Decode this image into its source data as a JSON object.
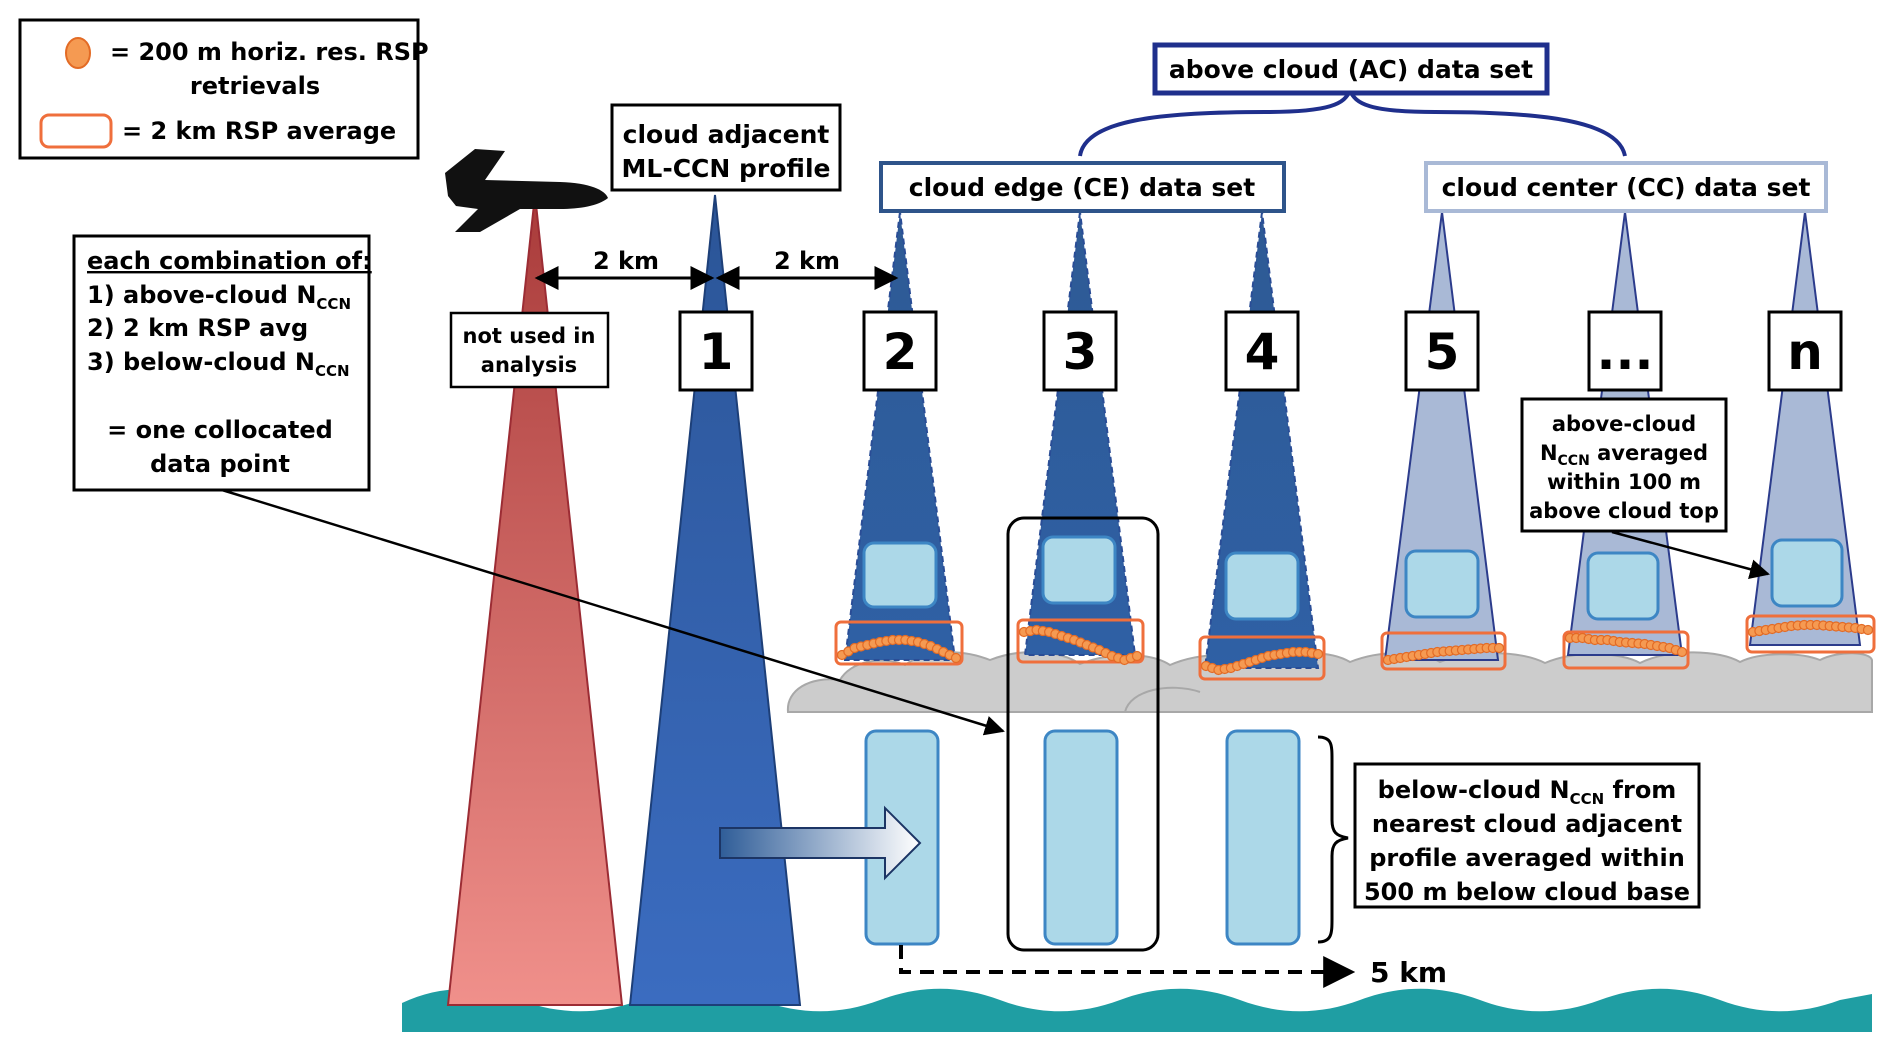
{
  "legend": {
    "dot_text": "= 200 m horiz. res. RSP",
    "dot_text_2": "retrievals",
    "box_text": "= 2 km RSP average"
  },
  "labels": {
    "above_cloud_set": "above cloud (AC) data set",
    "cloud_edge_set": "cloud edge (CE) data set",
    "cloud_center_set": "cloud center (CC) data set",
    "adjacent_profile_1": "cloud adjacent",
    "adjacent_profile_2": "ML-CCN profile",
    "not_used_1": "not used in",
    "not_used_2": "analysis",
    "dist_a": "2 km",
    "dist_b": "2 km",
    "dist_c": "5 km"
  },
  "combination_box": {
    "title": "each combination of:",
    "line1_prefix": "1) above-cloud N",
    "line1_sub": "CCN",
    "line2": "2) 2 km RSP avg",
    "line3_prefix": "3) below-cloud N",
    "line3_sub": "CCN",
    "result_1": "= one collocated",
    "result_2": "data point"
  },
  "above_cloud_note": {
    "l1": "above-cloud",
    "l2_prefix": "N",
    "l2_sub": "CCN",
    "l2_suffix": " averaged",
    "l3": "within 100 m",
    "l4": "above cloud top"
  },
  "below_cloud_note": {
    "l1_prefix": "below-cloud N",
    "l1_sub": "CCN",
    "l1_suffix": " from",
    "l2": "nearest cloud adjacent",
    "l3": "profile averaged within",
    "l4": "500 m below cloud base"
  },
  "beam_numbers": [
    "1",
    "2",
    "3",
    "4",
    "5",
    "...",
    "n"
  ],
  "icons": {
    "aircraft": "airplane-icon",
    "sea": "wave-icon"
  },
  "colors": {
    "red_beam": "#c0504d",
    "adjacent_beam": "#2e5fa8",
    "edge_beam": "#2f5f9e",
    "center_beam": "#a9b9d6",
    "retrieval_dot": "#f59a52",
    "rsp_box": "#ef6f3c",
    "ccn_box": "#acd8e8",
    "cloud": "#cccccc",
    "sea": "#1f9ea3"
  }
}
